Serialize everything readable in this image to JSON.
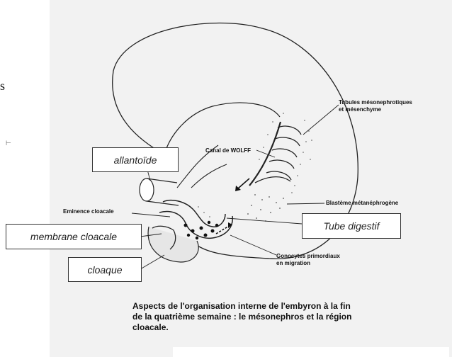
{
  "margin": {
    "s": "s",
    "mark": "⊢"
  },
  "boxes": {
    "allantoide": "allantoïde",
    "membrane": "membrane cloacale",
    "cloaque": "cloaque",
    "tube": "Tube digestif"
  },
  "labels": {
    "tubules": "Tubules mésonephrotiques\net mésenchyme",
    "canal": "Canal de WOLFF",
    "blasteme": "Blastème métanéphrogène",
    "eminence": "Eminence cloacale",
    "gonocytes": "Gonocytes primordiaux\nen migration"
  },
  "caption": "Aspects de l'organisation interne de l'embyron à la fin\nde la quatrième semaine : le mésonephros et la région\ncloacale."
}
